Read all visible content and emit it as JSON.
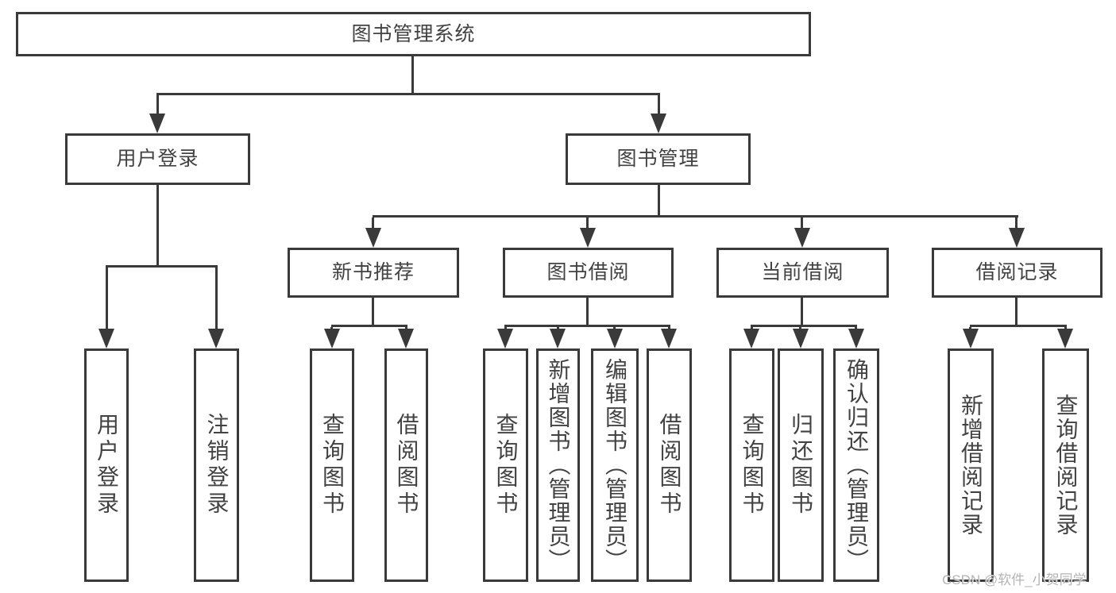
{
  "colors": {
    "line": "#3a3a3a",
    "text": "#424242",
    "background": "#ffffff",
    "watermark_color": "#b4b4b4"
  },
  "watermark": {
    "text": "CSDN @软件_小贺同学"
  },
  "diagram": {
    "type": "tree",
    "root": {
      "label": "图书管理系统",
      "children": [
        {
          "label": "用户登录",
          "children": [
            {
              "label": "用户登录"
            },
            {
              "label": "注销登录"
            }
          ]
        },
        {
          "label": "图书管理",
          "children": [
            {
              "label": "新书推荐",
              "children": [
                {
                  "label": "查询图书"
                },
                {
                  "label": "借阅图书"
                }
              ]
            },
            {
              "label": "图书借阅",
              "children": [
                {
                  "label": "查询图书"
                },
                {
                  "label": "新增图书（管理员）"
                },
                {
                  "label": "编辑图书（管理员）"
                },
                {
                  "label": "借阅图书"
                }
              ]
            },
            {
              "label": "当前借阅",
              "children": [
                {
                  "label": "查询图书"
                },
                {
                  "label": "归还图书"
                },
                {
                  "label": "确认归还（管理员）"
                }
              ]
            },
            {
              "label": "借阅记录",
              "children": [
                {
                  "label": "新增借阅记录"
                },
                {
                  "label": "查询借阅记录"
                }
              ]
            }
          ]
        }
      ]
    }
  }
}
